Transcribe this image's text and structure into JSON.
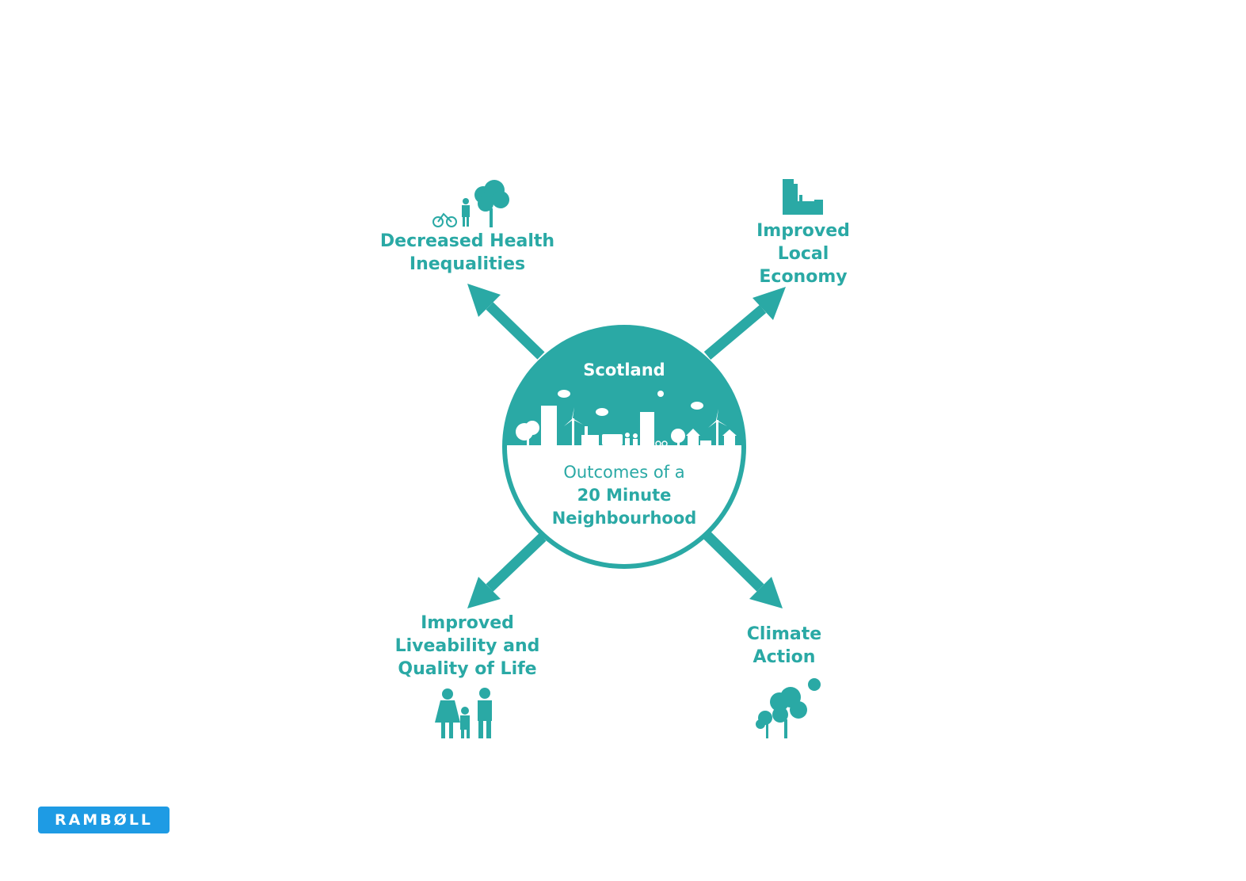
{
  "colors": {
    "teal": "#2aa9a5",
    "logo_blue": "#1e9be4",
    "white": "#ffffff"
  },
  "center": {
    "title": "Scotland",
    "line1": "Outcomes of a",
    "line2": "20 Minute",
    "line3": "Neighbourhood",
    "illustration": "city-skyline-icon"
  },
  "outcomes": [
    {
      "lines": [
        "Decreased Health",
        "Inequalities"
      ],
      "icon": "cyclist-tree-icon",
      "direction": "up-left"
    },
    {
      "lines": [
        "Improved",
        "Local",
        "Economy"
      ],
      "icon": "buildings-factory-icon",
      "direction": "up-right"
    },
    {
      "lines": [
        "Improved",
        "Liveability and",
        "Quality of Life"
      ],
      "icon": "family-icon",
      "direction": "down-left"
    },
    {
      "lines": [
        "Climate",
        "Action"
      ],
      "icon": "trees-sun-icon",
      "direction": "down-right"
    }
  ],
  "logo": {
    "text": "RAMBØLL"
  }
}
